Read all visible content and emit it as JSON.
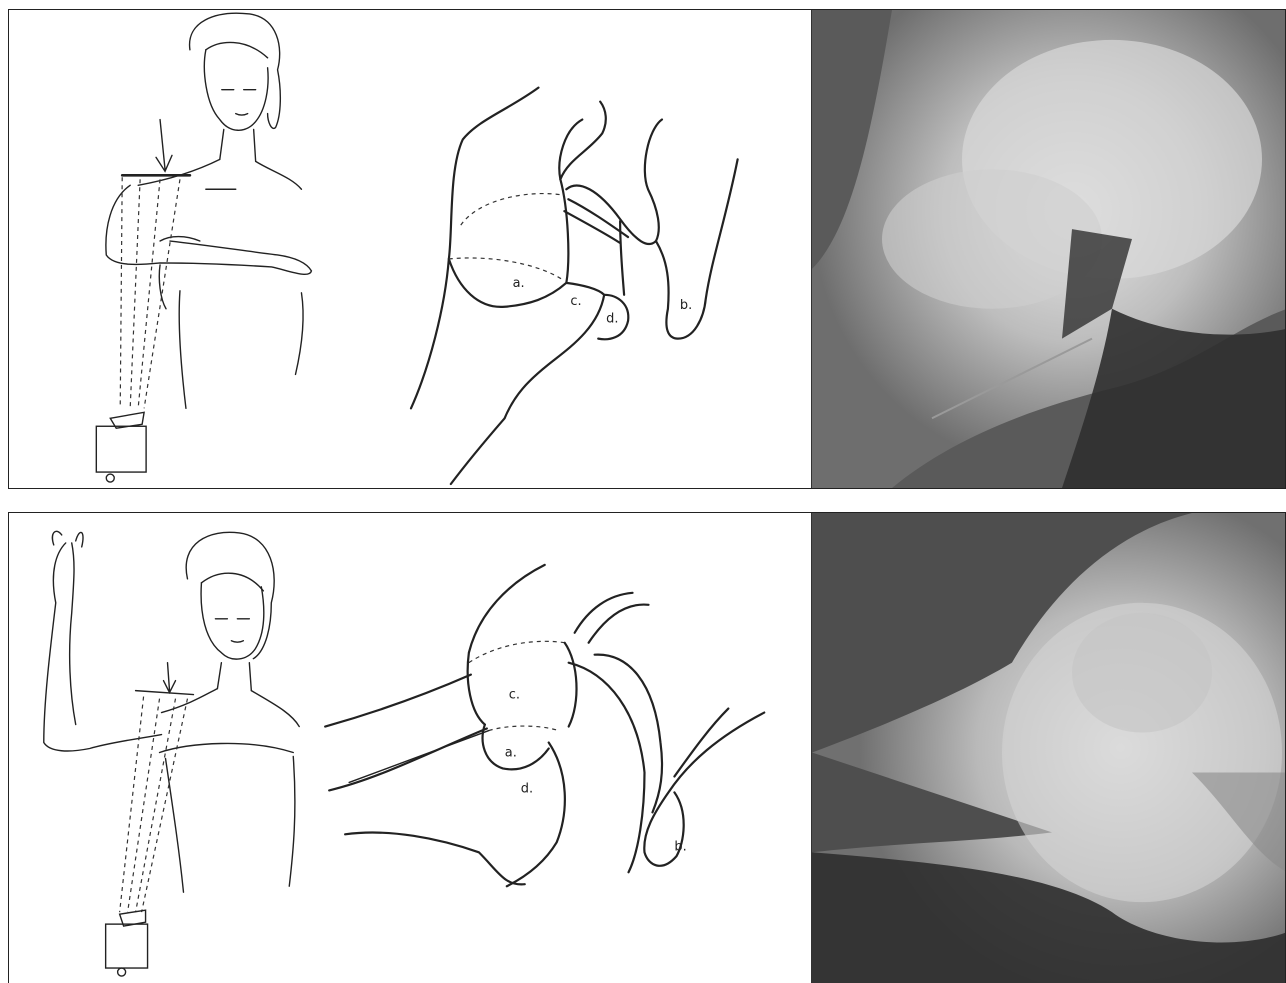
{
  "figure": {
    "top_panel": {
      "diagram_labels": {
        "a": "a.",
        "b": "b.",
        "c": "c.",
        "d": "d."
      }
    },
    "bottom_panel": {
      "diagram_labels": {
        "a": "a.",
        "b": "b.",
        "c": "c.",
        "d": "d."
      }
    }
  }
}
